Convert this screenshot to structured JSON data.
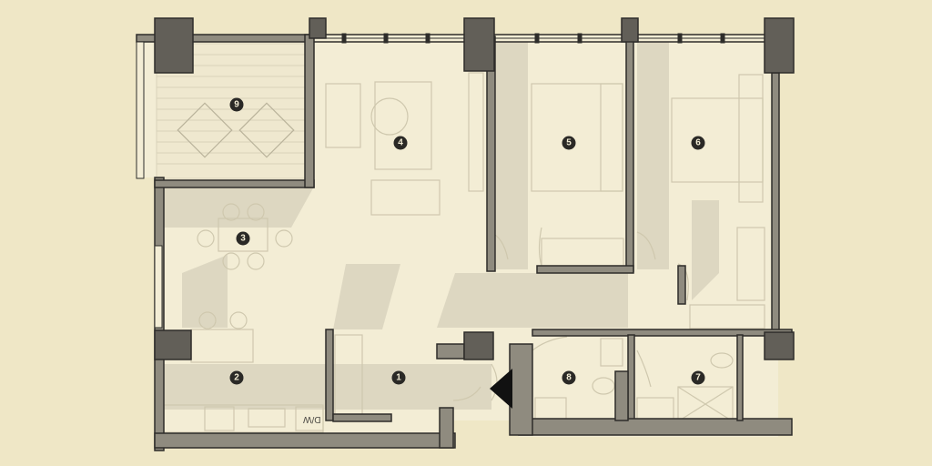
{
  "plan": {
    "rooms": [
      {
        "number": "1"
      },
      {
        "number": "2"
      },
      {
        "number": "3"
      },
      {
        "number": "4"
      },
      {
        "number": "5"
      },
      {
        "number": "6"
      },
      {
        "number": "7"
      },
      {
        "number": "8"
      },
      {
        "number": "9"
      }
    ],
    "appliance_label": "D/W",
    "colors": {
      "background": "#efe7c6",
      "floor": "#f3edd5",
      "shadow": "#ddd7c1",
      "wall": "#8f8b7f",
      "pillar": "#625f58",
      "outline": "#2e2d2a"
    }
  }
}
